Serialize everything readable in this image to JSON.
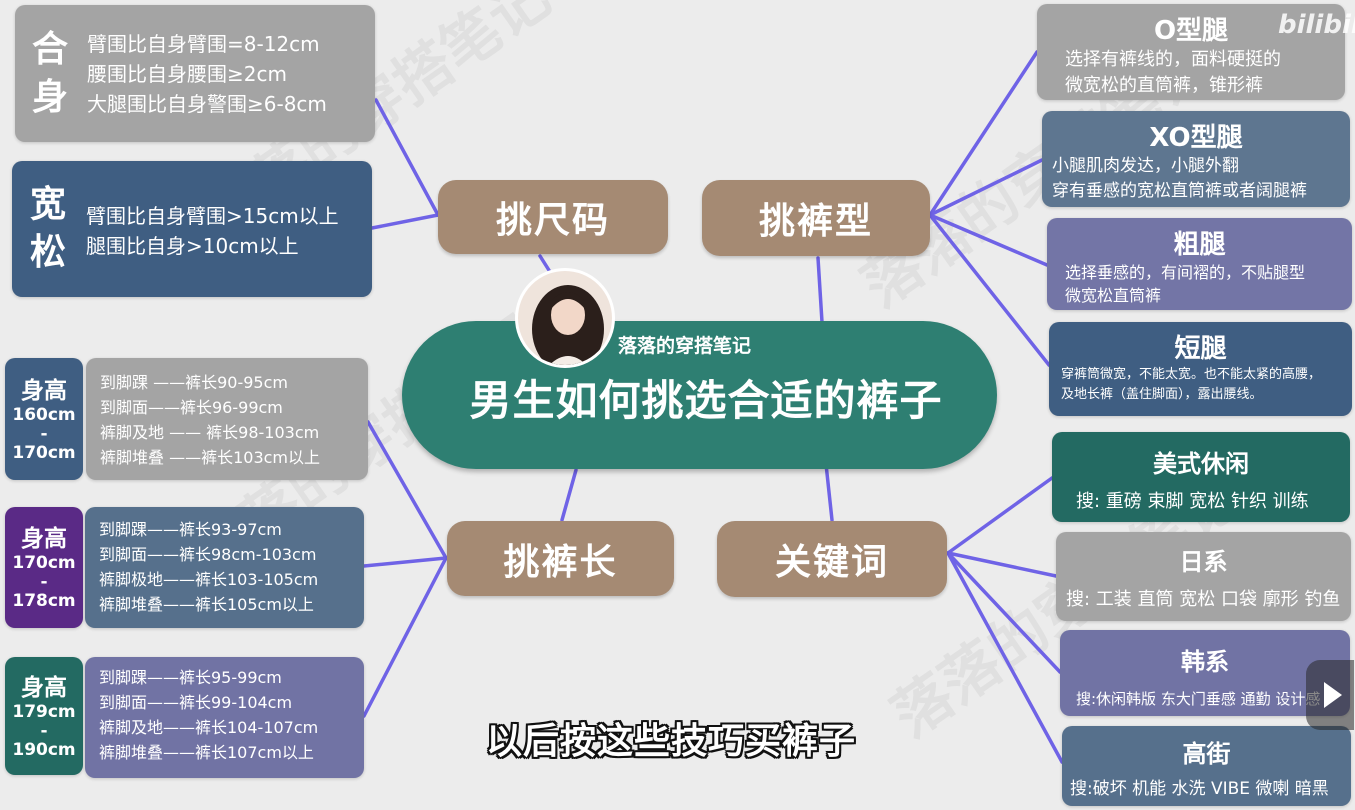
{
  "center": {
    "author": "落落的穿搭笔记",
    "title": "男生如何挑选合适的裤子"
  },
  "branches": {
    "size": "挑尺码",
    "type": "挑裤型",
    "length": "挑裤长",
    "keywords": "关键词"
  },
  "size_cards": [
    {
      "label": [
        "合",
        "身"
      ],
      "lines": [
        "臂围比自身臂围=8-12cm",
        "腰围比自身腰围≥2cm",
        "大腿围比自身警围≥6-8cm"
      ],
      "color": "#a4a4a4"
    },
    {
      "label": [
        "宽",
        "松"
      ],
      "lines": [
        "臂围比自身臂围>15cm以上",
        "腿围比自身>10cm以上"
      ],
      "color": "#3f5e82"
    }
  ],
  "length_cards": [
    {
      "height": [
        "身高",
        "160cm",
        "-",
        "170cm"
      ],
      "lines": [
        "到脚踝 ——裤长90-95cm",
        "到脚面——裤长96-99cm",
        "裤脚及地 —— 裤长98-103cm",
        "裤脚堆叠 ——裤长103cm以上"
      ],
      "side_color": "#3f5e82",
      "body_color": "#a4a4a4"
    },
    {
      "height": [
        "身高",
        "170cm",
        "-",
        "178cm"
      ],
      "lines": [
        "到脚踝——裤长93-97cm",
        "到脚面——裤长98cm-103cm",
        "裤脚极地——裤长103-105cm",
        "裤脚堆叠——裤长105cm以上"
      ],
      "side_color": "#5a2a86",
      "body_color": "#56708c"
    },
    {
      "height": [
        "身高",
        "179cm",
        "-",
        "190cm"
      ],
      "lines": [
        "到脚踝——裤长95-99cm",
        "到脚面——裤长99-104cm",
        "裤脚及地——裤长104-107cm",
        "裤脚堆叠——裤长107cm以上"
      ],
      "side_color": "#236a62",
      "body_color": "#7173a4"
    }
  ],
  "type_cards": [
    {
      "title": "O型腿",
      "desc": [
        "选择有裤线的，面料硬挺的",
        "微宽松的直筒裤，锥形裤"
      ],
      "color": "#a4a4a4"
    },
    {
      "title": "XO型腿",
      "desc": [
        "小腿肌肉发达，小腿外翻",
        "穿有垂感的宽松直筒裤或者阔腿裤"
      ],
      "color": "#5e7690"
    },
    {
      "title": "粗腿",
      "desc": [
        "选择垂感的，有间褶的，不贴腿型",
        "微宽松直筒裤"
      ],
      "color": "#7375a6"
    },
    {
      "title": "短腿",
      "desc": [
        "穿裤筒微宽，不能太宽。也不能太紧的高腰，",
        "及地长裤（盖住脚面），露出腰线。"
      ],
      "color": "#3f5e82"
    }
  ],
  "keyword_cards": [
    {
      "title": "美式休闲",
      "desc": "搜: 重磅 束脚 宽松 针织 训练",
      "color": "#236a62"
    },
    {
      "title": "日系",
      "desc": "搜: 工装 直筒 宽松 口袋 廓形 钓鱼",
      "color": "#a4a4a4"
    },
    {
      "title": "韩系",
      "desc": "搜:休闲韩版 东大门垂感 通勤 设计感",
      "color": "#7173a4"
    },
    {
      "title": "高街",
      "desc": "搜:破坏 机能 水洗 VIBE 微喇 暗黑",
      "color": "#56708c"
    }
  ],
  "subtitle": "以后按这些技巧买裤子",
  "watermark": "落落的穿搭笔记",
  "platform_logo": "bilibili",
  "colors": {
    "center": "#2e7f72",
    "branch": "#a58a73",
    "link": "#6f63e6"
  }
}
